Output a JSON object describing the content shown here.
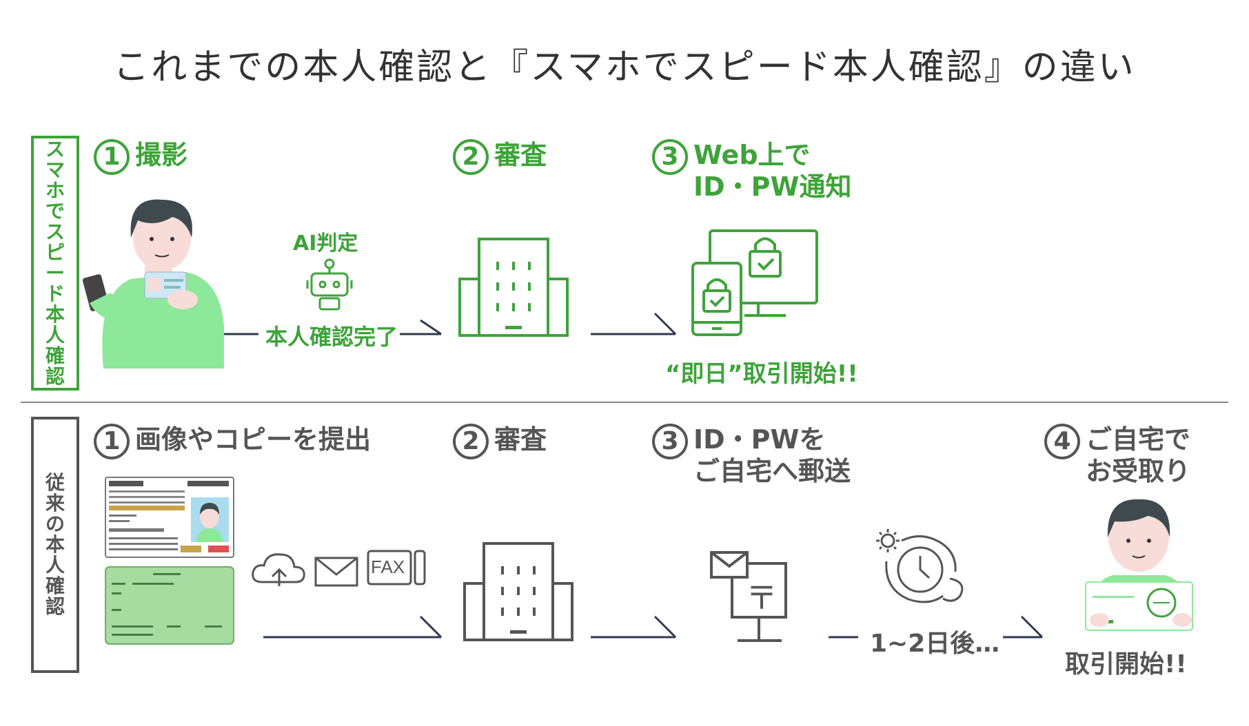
{
  "title": "これまでの本人確認と『スマホでスピード本人確認』の違い",
  "smartphone": {
    "side_label": "スマホでスピード本人確認",
    "steps": [
      {
        "num": "1",
        "line1": "撮影",
        "line2": ""
      },
      {
        "num": "2",
        "line1": "審査",
        "line2": ""
      },
      {
        "num": "3",
        "line1": "Web上で",
        "line2": "ID・PW通知"
      }
    ],
    "ai_label": "AI判定",
    "complete_label": "本人確認完了",
    "sameday_label": "“即日”取引開始!!",
    "colors": {
      "accent": "#3ea33a",
      "light": "#8ee89a"
    }
  },
  "traditional": {
    "side_label": "従来の本人確認",
    "steps": [
      {
        "num": "1",
        "line1": "画像やコピーを提出",
        "line2": ""
      },
      {
        "num": "2",
        "line1": "審査",
        "line2": ""
      },
      {
        "num": "3",
        "line1": "ID・PWを",
        "line2": "ご自宅へ郵送"
      },
      {
        "num": "4",
        "line1": "ご自宅で",
        "line2": "お受取り"
      }
    ],
    "fax_label": "FAX",
    "postal_mark": "〒",
    "delay_label": "1~2日後…",
    "start_label": "取引開始!!",
    "colors": {
      "line": "#555555"
    }
  },
  "icons": [
    "person-phone-icon",
    "robot-icon",
    "office-building-icon",
    "monitor-lock-icon",
    "tablet-lock-icon",
    "driver-license-icon",
    "notification-card-icon",
    "cloud-upload-icon",
    "envelope-icon",
    "fax-icon",
    "postbox-icon",
    "clock-icon",
    "person-card-icon"
  ]
}
